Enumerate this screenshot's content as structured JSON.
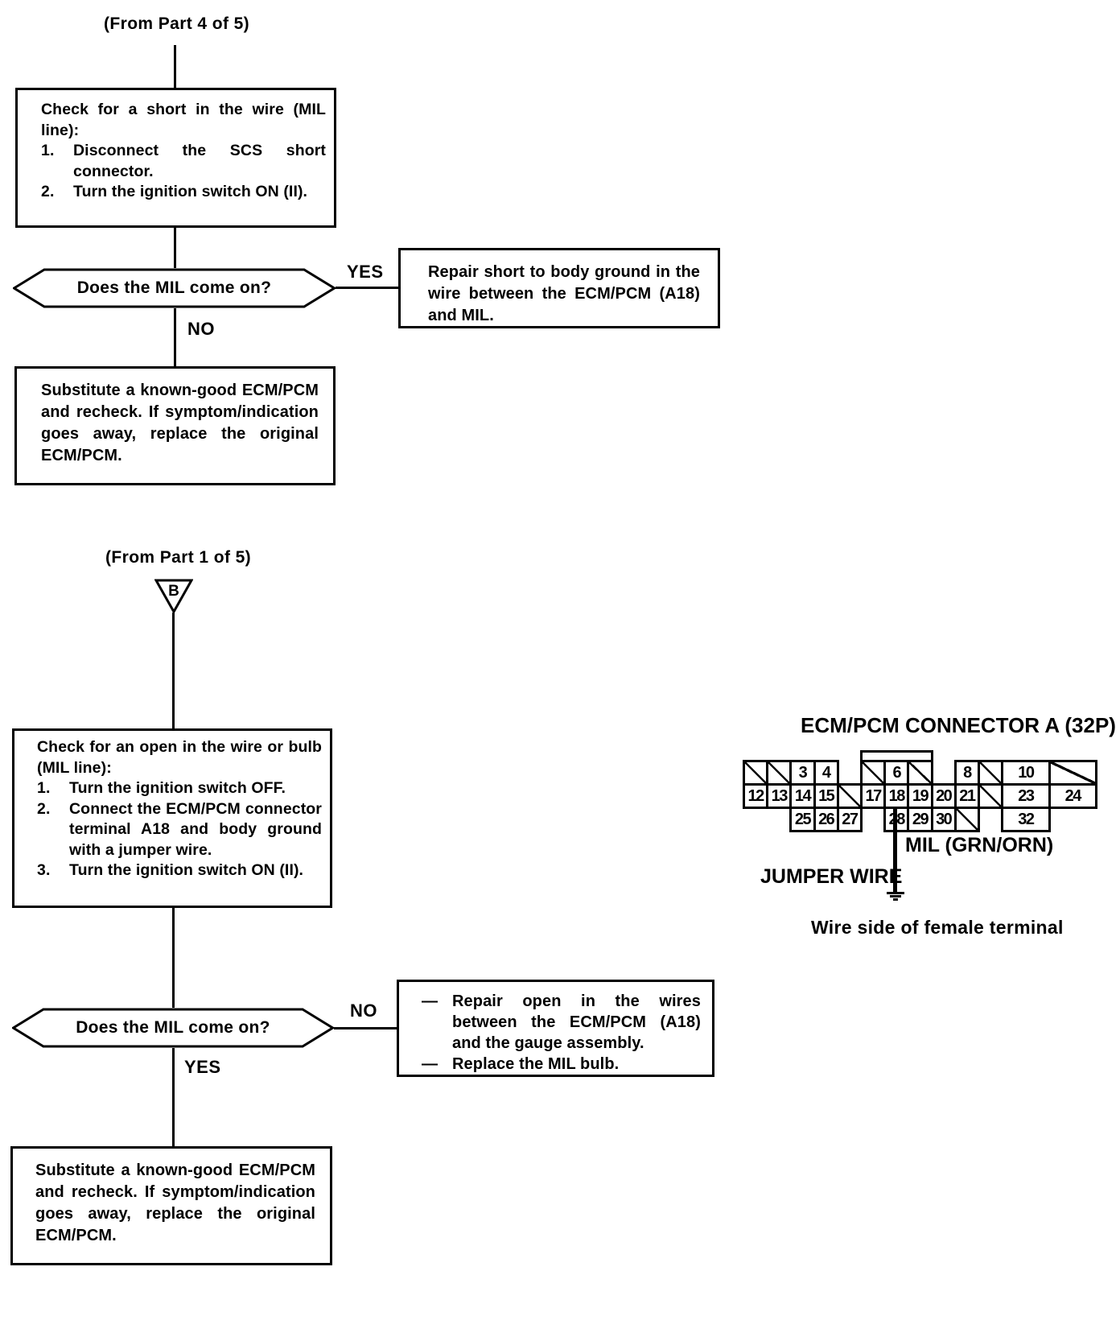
{
  "glyphs": {
    "dash": "—"
  },
  "flow1": {
    "from_label": "(From Part 4 of 5)",
    "step_box": {
      "title": "Check for a short in the wire (MIL line):",
      "items": [
        {
          "num": "1.",
          "text": "Disconnect the SCS short connector."
        },
        {
          "num": "2.",
          "text": "Turn the ignition switch ON (II)."
        }
      ]
    },
    "decision": {
      "question": "Does the MIL come on?",
      "right_label": "YES",
      "down_label": "NO"
    },
    "result_right": "Repair short to body ground in the wire between the ECM/PCM (A18) and MIL.",
    "result_down": "Substitute a known-good ECM/PCM and recheck. If symptom/indication goes away, replace the original ECM/PCM."
  },
  "flow2": {
    "from_label": "(From Part 1 of 5)",
    "connector_letter": "B",
    "step_box": {
      "title": "Check for an open in the wire or bulb (MIL line):",
      "items": [
        {
          "num": "1.",
          "text": "Turn the ignition switch OFF."
        },
        {
          "num": "2.",
          "text": "Connect the ECM/PCM connector terminal A18 and body ground with a jumper wire."
        },
        {
          "num": "3.",
          "text": "Turn the ignition switch ON (II)."
        }
      ]
    },
    "decision": {
      "question": "Does the MIL come on?",
      "right_label": "NO",
      "down_label": "YES"
    },
    "result_right_items": [
      "Repair open in the wires between the ECM/PCM (A18) and the gauge assembly.",
      "Replace the MIL bulb."
    ],
    "result_down": "Substitute a known-good ECM/PCM and recheck. If symptom/indication goes away, replace the original ECM/PCM."
  },
  "connector": {
    "title": "ECM/PCM CONNECTOR A (32P)",
    "mil_label": "MIL (GRN/ORN)",
    "jumper_label": "JUMPER WIRE",
    "caption": "Wire side of female terminal",
    "grid": {
      "rows": [
        {
          "cells": [
            {
              "u": 0,
              "w": 1,
              "diag": true
            },
            {
              "u": 1,
              "w": 1,
              "diag": true
            },
            {
              "u": 2,
              "w": 1,
              "label": "3"
            },
            {
              "u": 3,
              "w": 1,
              "label": "4"
            },
            {
              "u": 5,
              "w": 1,
              "diag": true
            },
            {
              "u": 6,
              "w": 1,
              "label": "6"
            },
            {
              "u": 7,
              "w": 1,
              "diag": true
            },
            {
              "u": 9,
              "w": 1,
              "label": "8"
            },
            {
              "u": 10,
              "w": 1,
              "diag": true
            },
            {
              "u": 11,
              "w": 2,
              "label": "10"
            },
            {
              "u": 13,
              "w": 2,
              "diag": true
            }
          ]
        },
        {
          "cells": [
            {
              "u": 0,
              "w": 1,
              "label": "12"
            },
            {
              "u": 1,
              "w": 1,
              "label": "13"
            },
            {
              "u": 2,
              "w": 1,
              "label": "14"
            },
            {
              "u": 3,
              "w": 1,
              "label": "15"
            },
            {
              "u": 4,
              "w": 1,
              "diag": true
            },
            {
              "u": 5,
              "w": 1,
              "label": "17"
            },
            {
              "u": 6,
              "w": 1,
              "label": "18"
            },
            {
              "u": 7,
              "w": 1,
              "label": "19"
            },
            {
              "u": 8,
              "w": 1,
              "label": "20"
            },
            {
              "u": 9,
              "w": 1,
              "label": "21"
            },
            {
              "u": 10,
              "w": 1,
              "diag": true
            },
            {
              "u": 11,
              "w": 2,
              "label": "23"
            },
            {
              "u": 13,
              "w": 2,
              "label": "24"
            }
          ]
        },
        {
          "cells": [
            {
              "u": 2,
              "w": 1,
              "label": "25"
            },
            {
              "u": 3,
              "w": 1,
              "label": "26"
            },
            {
              "u": 4,
              "w": 1,
              "label": "27"
            },
            {
              "u": 6,
              "w": 1,
              "label": "28"
            },
            {
              "u": 7,
              "w": 1,
              "label": "29"
            },
            {
              "u": 8,
              "w": 1,
              "label": "30"
            },
            {
              "u": 9,
              "w": 1,
              "diag": true
            },
            {
              "u": 11,
              "w": 2,
              "label": "32"
            }
          ]
        }
      ]
    }
  }
}
